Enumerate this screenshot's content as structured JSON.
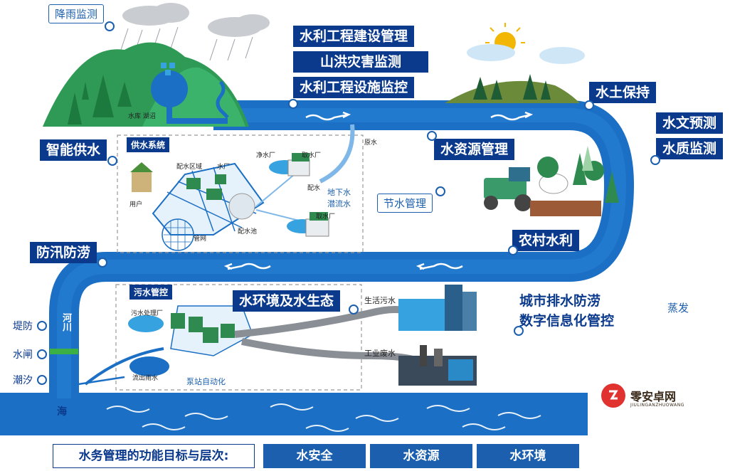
{
  "labels": {
    "rainfall_monitor": "降雨监测",
    "construction_mgmt": "水利工程建设管理",
    "flood_disaster": "山洪灾害监测",
    "facility_monitor": "水利工程设施监控",
    "soil_conservation": "水土保持",
    "hydrology": "水文预测",
    "water_quality": "水质监测",
    "smart_supply": "智能供水",
    "resource_mgmt": "水资源管理",
    "water_saving": "节水管理",
    "rural": "农村水利",
    "flood_control": "防汛防涝",
    "environment": "水环境及水生态",
    "urban_drainage_1": "城市排水防涝",
    "urban_drainage_2": "数字信息化管控",
    "evaporation": "蒸发",
    "dike": "堤防",
    "sluice": "水闸",
    "tide": "潮汐",
    "river": "河川",
    "sea": "海"
  },
  "supply_panel": {
    "title": "供水系统",
    "reservoir": "水库 湖沼",
    "distribution_area": "配水区域",
    "water_plant": "水厂",
    "purification_plant": "净水厂",
    "intake_1": "取水厂",
    "intake_2": "取水厂",
    "distribution_1": "配水",
    "pool": "配水池",
    "user": "用户",
    "pipe_network": "管网",
    "raw_water": "原水",
    "groundwater": "地下水",
    "seepage": "潜流水"
  },
  "sewage_panel": {
    "title": "污水管控",
    "treatment_plant": "污水处理厂",
    "domestic": "生活污水",
    "industrial": "工业废水",
    "outflow": "流出雨水",
    "pump_station": "泵站自动化"
  },
  "goals": {
    "title": "水务管理的功能目标与层次:",
    "items": [
      "水安全",
      "水资源",
      "水环境"
    ]
  },
  "logo": {
    "name": "零安卓网",
    "sub": "JIULINGANZHUOWANG"
  },
  "colors": {
    "river": "#1b6fc4",
    "dark_tag": "#0b3a8c",
    "light_water": "#cfe6f7",
    "mountain": "#2e9a55"
  }
}
